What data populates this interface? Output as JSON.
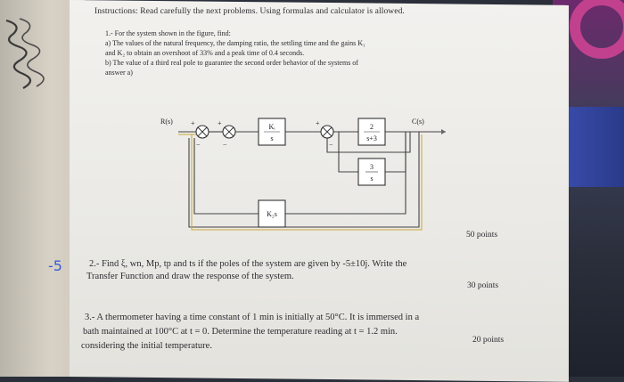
{
  "instructions": "Instructions: Read carefully the next problems. Using formulas and calculator is allowed.",
  "problem1": {
    "line1": "1.- For the system shown in the figure, find:",
    "line2": "a) The values of the natural frequency, the damping ratio, the settling time and the gains K₁",
    "line3": "and K₂ to obtain an overshoot of 33% and a peak time of 0.4 seconds.",
    "line4": "b) The value of a third real pole to guarantee the second order behavior of the systems of",
    "line5": "answer a)",
    "points": "50 points"
  },
  "diagram": {
    "input_label": "R(s)",
    "output_label": "C(s)",
    "block_ki_num": "Kᵢ",
    "block_ki_den": "s",
    "block_plant_num": "2",
    "block_plant_den": "s+3",
    "block_int_num": "3",
    "block_int_den": "s",
    "block_k2": "K₂s",
    "plus": "+",
    "minus": "−"
  },
  "problem2": {
    "line1": "2.- Find ξ, wn, Mp, tp and ts if the poles of the system are given by -5±10j. Write the",
    "line2": "Transfer Function and draw the response of the system.",
    "points": "30 points"
  },
  "problem3": {
    "line1": "3.- A thermometer having a time constant of 1 min is initially at 50°C. It is immersed in a",
    "line2": "bath maintained at 100°C at t = 0. Determine the temperature reading at t = 1.2 min.",
    "line3": "considering the initial temperature.",
    "points": "20 points"
  },
  "annotation_mark": "-5"
}
